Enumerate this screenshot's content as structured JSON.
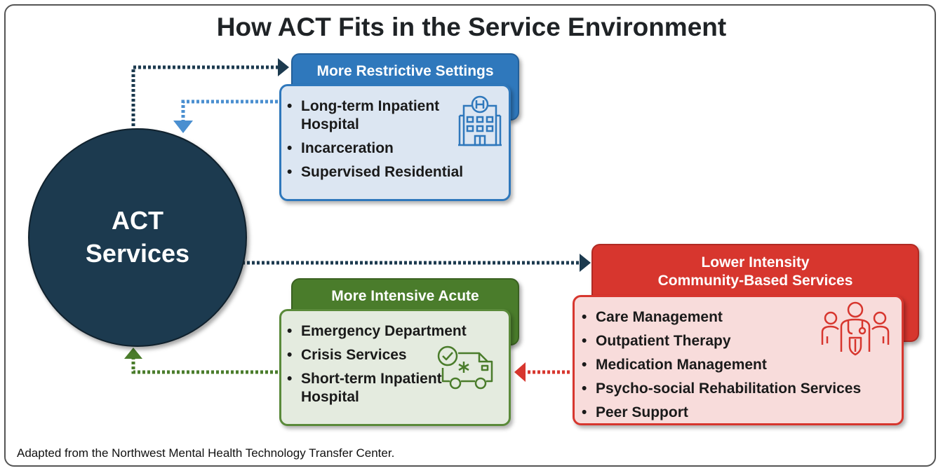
{
  "title": "How ACT Fits in the Service Environment",
  "center": {
    "line1": "ACT",
    "line2": "Services",
    "color": "#1c3a4f"
  },
  "restrictive": {
    "header": "More Restrictive Settings",
    "items": [
      "Long-term Inpatient Hospital",
      "Incarceration",
      "Supervised Residential"
    ],
    "icon": "hospital-icon",
    "color": "#2f78bc"
  },
  "acute": {
    "header": "More Intensive Acute",
    "items": [
      "Emergency Department",
      "Crisis Services",
      "Short-term Inpatient Hospital"
    ],
    "icon": "ambulance-icon",
    "color": "#4a7c2b"
  },
  "community": {
    "header_line1": "Lower Intensity",
    "header_line2": "Community-Based Services",
    "items": [
      "Care Management",
      "Outpatient Therapy",
      "Medication Management",
      "Psycho-social Rehabilitation Services",
      "Peer Support"
    ],
    "icon": "care-team-icon",
    "color": "#d7362e"
  },
  "footer": "Adapted from the Northwest Mental Health Technology Transfer Center."
}
